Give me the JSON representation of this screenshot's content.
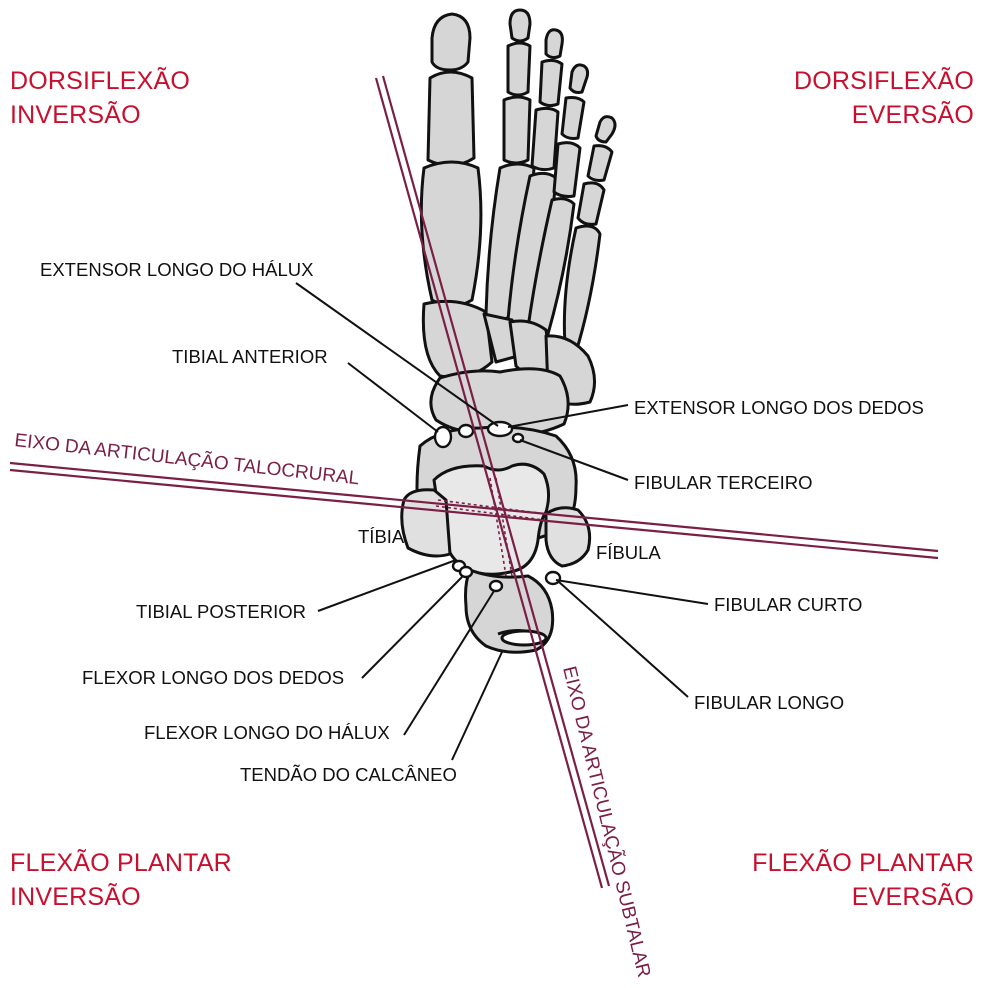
{
  "colors": {
    "quadrant_text": "#c8102e",
    "axis": "#7a1f45",
    "bone_fill": "#d6d6d6",
    "bone_outline": "#111111"
  },
  "quadrants": {
    "top_left": {
      "line1": "DORSIFLEXÃO",
      "line2": "INVERSÃO"
    },
    "top_right": {
      "line1": "DORSIFLEXÃO",
      "line2": "EVERSÃO"
    },
    "bottom_left": {
      "line1": "FLEXÃO PLANTAR",
      "line2": "INVERSÃO"
    },
    "bottom_right": {
      "line1": "FLEXÃO PLANTAR",
      "line2": "EVERSÃO"
    }
  },
  "axes": {
    "talocrural": "EIXO DA ARTICULAÇÃO TALOCRURAL",
    "subtalar": "EIXO DA ARTICULAÇÃO SUBTALAR"
  },
  "labels": {
    "extensor_longo_halux": "EXTENSOR LONGO DO HÁLUX",
    "tibial_anterior": "TIBIAL ANTERIOR",
    "extensor_longo_dedos": "EXTENSOR LONGO DOS DEDOS",
    "fibular_terceiro": "FIBULAR TERCEIRO",
    "tibia": "TÍBIA",
    "fibula": "FÍBULA",
    "tibial_posterior": "TIBIAL POSTERIOR",
    "fibular_curto": "FIBULAR CURTO",
    "flexor_longo_dedos": "FLEXOR LONGO DOS DEDOS",
    "fibular_longo": "FIBULAR LONGO",
    "flexor_longo_halux": "FLEXOR LONGO DO HÁLUX",
    "tendao_calcaneo": "TENDÃO DO CALCÂNEO"
  }
}
